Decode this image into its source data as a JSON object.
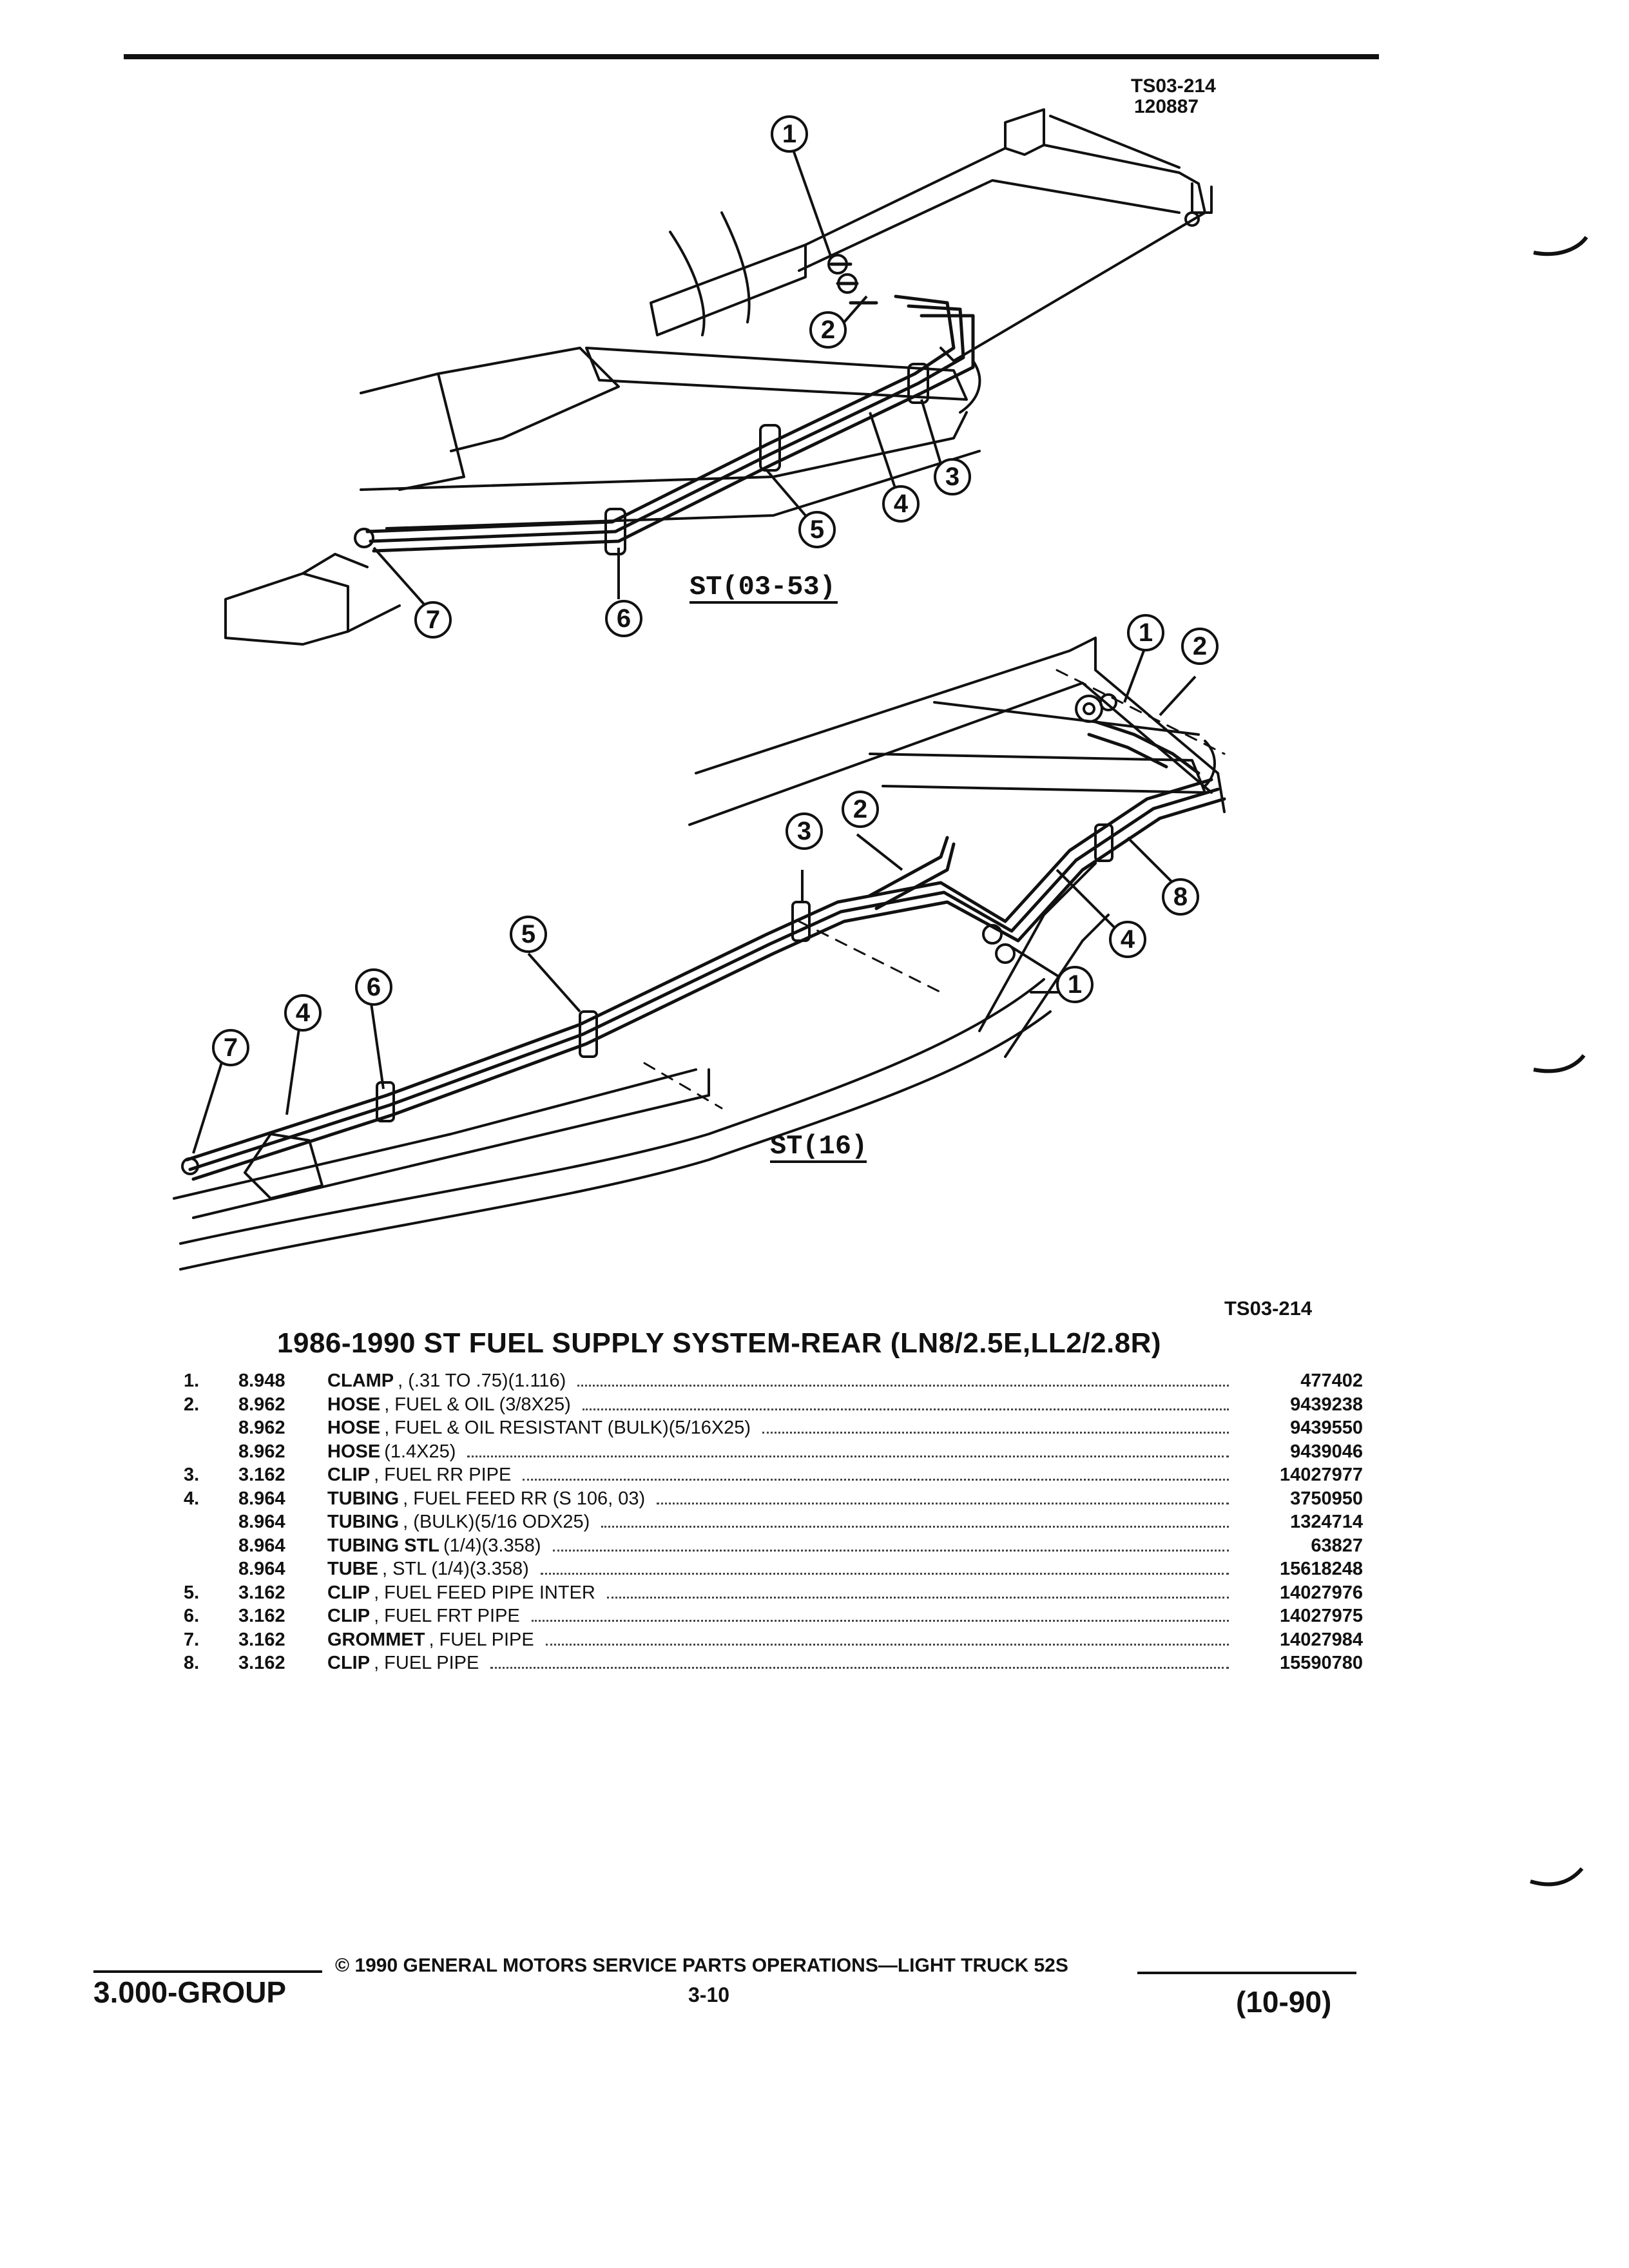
{
  "header": {
    "ref_code": "TS03-214",
    "ref_date": "120887"
  },
  "diagram": {
    "top_view_label": "ST(03-53)",
    "bottom_view_label": "ST(16)",
    "top_callouts": [
      "1",
      "2",
      "3",
      "4",
      "5",
      "6",
      "7"
    ],
    "bottom_callouts": [
      "1",
      "2",
      "3",
      "2",
      "5",
      "4",
      "6",
      "7",
      "8",
      "4",
      "1"
    ],
    "caption_ref": "TS03-214"
  },
  "title": "1986-1990 ST FUEL SUPPLY SYSTEM-REAR (LN8/2.5E,LL2/2.8R)",
  "parts": [
    {
      "item": "1.",
      "code": "8.948",
      "name": "CLAMP",
      "spec": ", (.31 TO .75)(1.116)",
      "part": "477402"
    },
    {
      "item": "2.",
      "code": "8.962",
      "name": "HOSE",
      "spec": ", FUEL & OIL (3/8X25)",
      "part": "9439238"
    },
    {
      "item": "",
      "code": "8.962",
      "name": "HOSE",
      "spec": ", FUEL & OIL RESISTANT (BULK)(5/16X25)",
      "part": "9439550"
    },
    {
      "item": "",
      "code": "8.962",
      "name": "HOSE",
      "spec": "(1.4X25)",
      "part": "9439046"
    },
    {
      "item": "3.",
      "code": "3.162",
      "name": "CLIP",
      "spec": ", FUEL RR PIPE",
      "part": "14027977"
    },
    {
      "item": "4.",
      "code": "8.964",
      "name": "TUBING",
      "spec": ", FUEL FEED RR (S 106, 03)",
      "part": "3750950"
    },
    {
      "item": "",
      "code": "8.964",
      "name": "TUBING",
      "spec": ", (BULK)(5/16 ODX25)",
      "part": "1324714"
    },
    {
      "item": "",
      "code": "8.964",
      "name": "TUBING STL",
      "spec": "(1/4)(3.358)",
      "part": "63827"
    },
    {
      "item": "",
      "code": "8.964",
      "name": "TUBE",
      "spec": ", STL (1/4)(3.358)",
      "part": "15618248"
    },
    {
      "item": "5.",
      "code": "3.162",
      "name": "CLIP",
      "spec": ", FUEL FEED PIPE INTER",
      "part": "14027976"
    },
    {
      "item": "6.",
      "code": "3.162",
      "name": "CLIP",
      "spec": ", FUEL FRT PIPE",
      "part": "14027975"
    },
    {
      "item": "7.",
      "code": "3.162",
      "name": "GROMMET",
      "spec": ", FUEL PIPE",
      "part": "14027984"
    },
    {
      "item": "8.",
      "code": "3.162",
      "name": "CLIP",
      "spec": ", FUEL PIPE",
      "part": "15590780"
    }
  ],
  "footer": {
    "group": "3.000-GROUP",
    "copyright": "© 1990 GENERAL MOTORS SERVICE PARTS OPERATIONS—LIGHT TRUCK 52S",
    "page": "3-10",
    "date": "(10-90)"
  }
}
